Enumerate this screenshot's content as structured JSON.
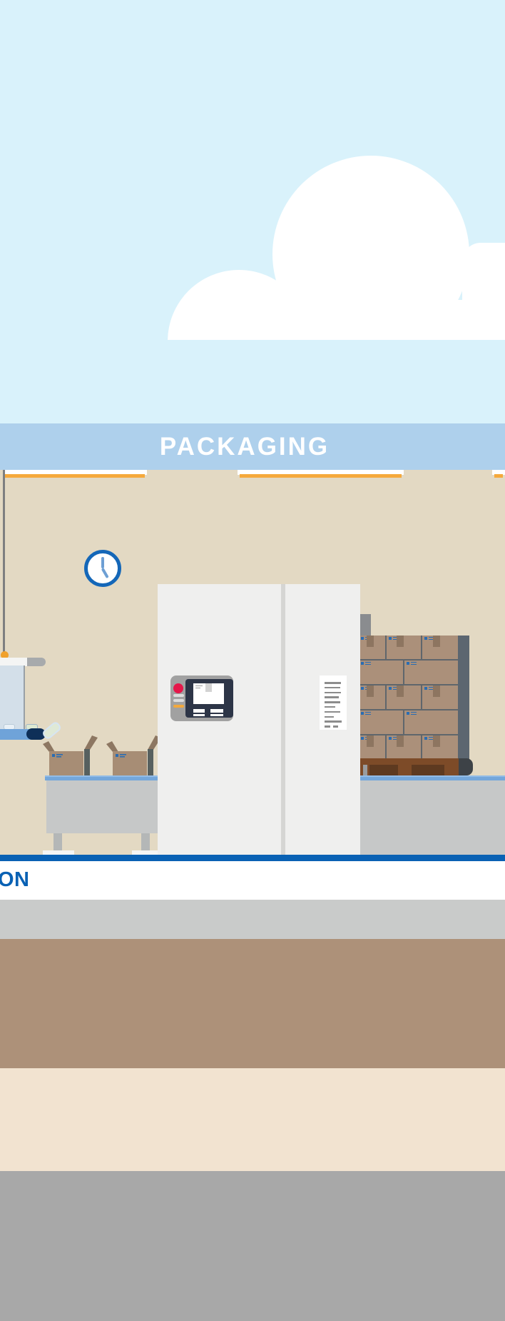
{
  "banner": {
    "title": "PACKAGING",
    "bg_color": "#aed0ec",
    "text_color": "#ffffff"
  },
  "caption": {
    "cutoff_label": "ON",
    "color": "#0961b4"
  },
  "scene": {
    "sky_color": "#d9f2fb",
    "cloud_color": "#ffffff",
    "wall_color": "#e3d9c3",
    "floor_line_color": "#0961b4",
    "ceiling_light_accent": "#f5a93c",
    "clock": {
      "icon": "clock-icon",
      "ring_color": "#1467b8",
      "hands_color": "#6d9fd4",
      "time_shown": "5:00"
    },
    "packing_machine_color": "#efefee",
    "control_panel": {
      "body_color": "#a1a1a1",
      "power_button_color": "#e5174a",
      "screen_color": "#2d3547",
      "accent_bar_color": "#f3a93d"
    },
    "label_icon": "barcode-label",
    "conveyor": {
      "belt_color": "#74a7db",
      "table_color": "#c6c8c8"
    },
    "boxes": {
      "cardboard_color": "#ab907a",
      "flap_color": "#8d7762",
      "brand_color": "#2a6db3"
    },
    "pallet": {
      "wood_color": "#7d4b28",
      "mast_color": "#5c6670"
    }
  },
  "ground_bands": [
    {
      "name": "light-gray",
      "color": "#c9cbca"
    },
    {
      "name": "brown",
      "color": "#ad9179"
    },
    {
      "name": "cream",
      "color": "#f2e3d0"
    },
    {
      "name": "gray",
      "color": "#a8a8a8"
    }
  ]
}
